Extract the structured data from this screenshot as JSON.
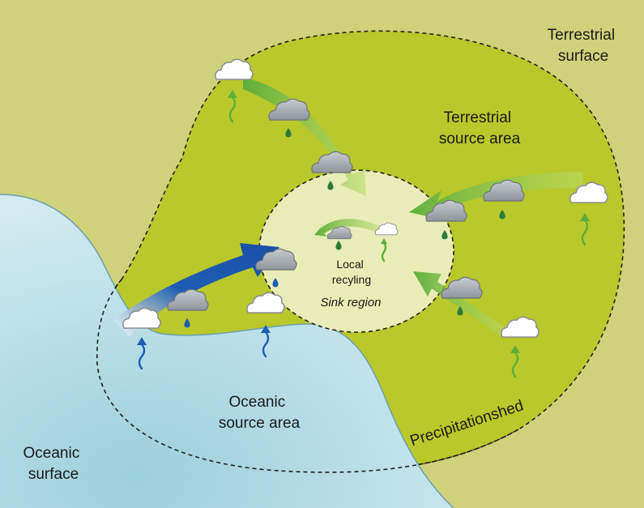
{
  "labels": {
    "terrestrial_surface": [
      "Terrestrial",
      "surface"
    ],
    "terrestrial_source": [
      "Terrestrial",
      "source area"
    ],
    "oceanic_source": [
      "Oceanic",
      "source area"
    ],
    "oceanic_surface": [
      "Oceanic",
      "surface"
    ],
    "local_recycling": [
      "Local",
      "recyling"
    ],
    "sink_region": "Sink region",
    "precipitationshed": "Precipitationshed"
  },
  "colors": {
    "land": "#cfd27a",
    "source_area": "#b9c82a",
    "sink": "#e9ecb6",
    "ocean": "#b9dde6",
    "green_arrow": "#72b940",
    "blue_arrow": "#1e5db3",
    "cloud_gray": "#a7adb3",
    "cloud_white": "#ffffff",
    "drop": "#2c7a3a"
  }
}
